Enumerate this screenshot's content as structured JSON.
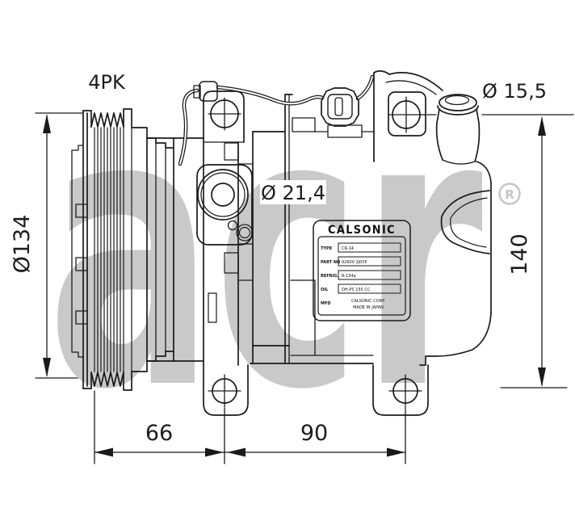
{
  "watermark": {
    "text": "acr",
    "registered_mark": "R",
    "color": "#c9c9c9"
  },
  "annotations": {
    "belt": "4PK",
    "pulley_diameter": "Ø134",
    "ear_hole_diameter": "Ø 21,4",
    "port_diameter": "Ø 15,5",
    "height": "140",
    "length_front": "66",
    "length_body": "90"
  },
  "label": {
    "brand": "CALSONIC",
    "rows": [
      {
        "name": "TYPE",
        "value": "CR-14"
      },
      {
        "name": "PART NO",
        "value": "92600 2J005"
      },
      {
        "name": "REFRIG.",
        "value": "R-134a"
      },
      {
        "name": "OIL",
        "value": "DH-PS  150 CC"
      }
    ],
    "mfd": {
      "name": "MFD",
      "line1": "CALSONIC CORP.",
      "line2": "MADE IN JAPAN"
    }
  }
}
